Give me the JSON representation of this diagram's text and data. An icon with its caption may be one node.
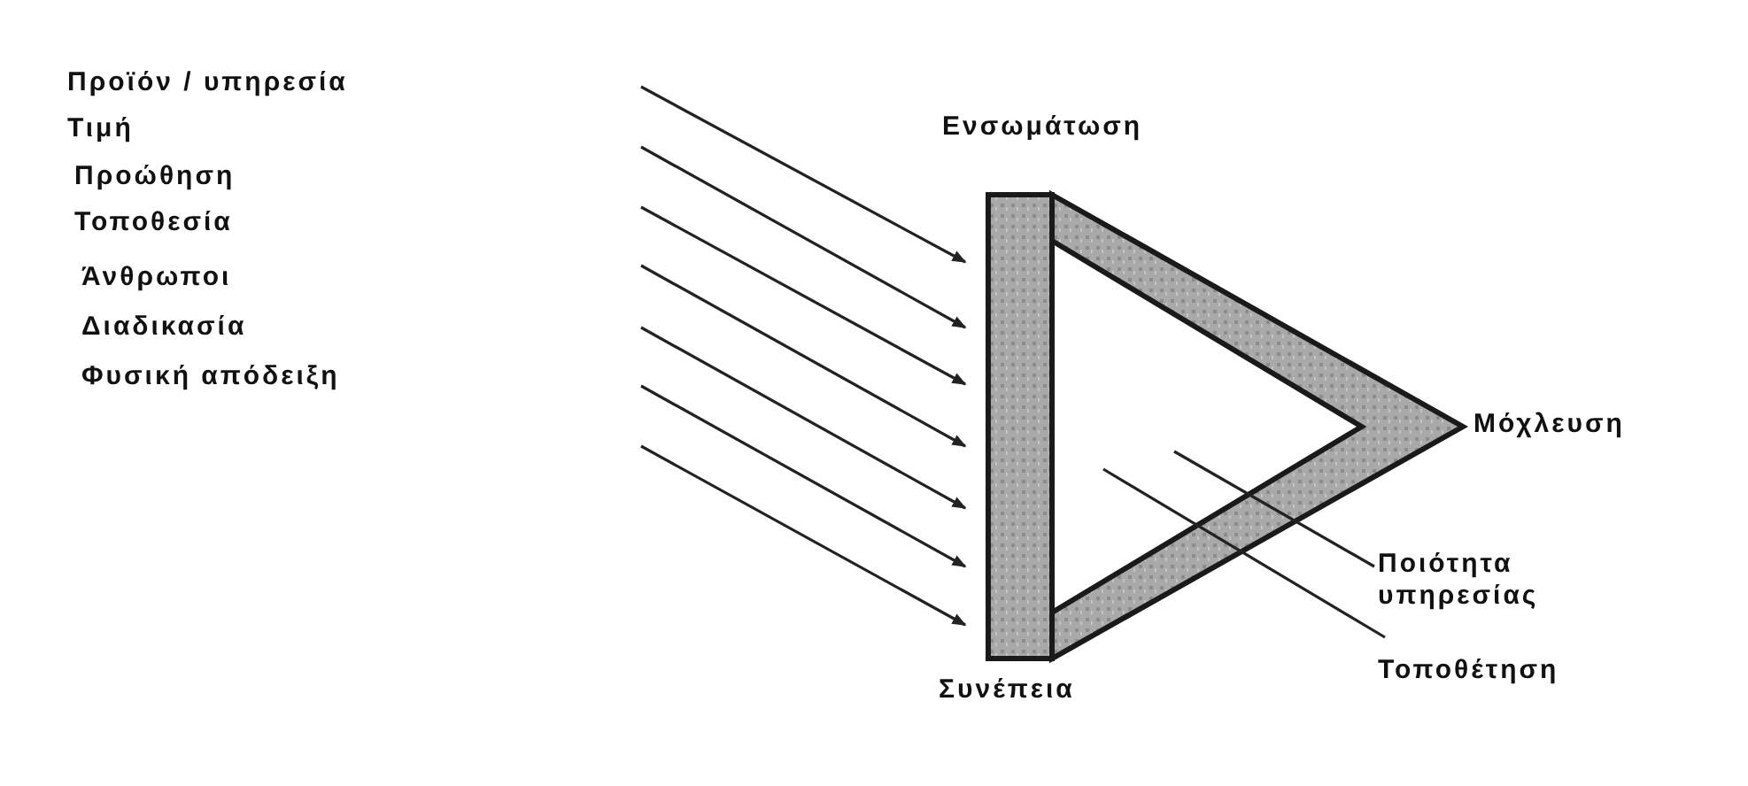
{
  "diagram": {
    "nodes": [
      {
        "text": [],
        "shape": "bar"
      },
      {
        "text": [],
        "shape": "triangle",
        "beside": [
          "Μόχλευση"
        ]
      },
      {
        "text": [
          "Ποιότητα υπηρεσίας"
        ]
      },
      {
        "text": [
          "Τοποθέτηση"
        ]
      }
    ],
    "edges": [
      {
        "from": null,
        "to": 0,
        "arrow": "to"
      },
      {
        "from": null,
        "to": 0,
        "arrow": "to"
      },
      {
        "from": null,
        "to": 0,
        "arrow": "to"
      },
      {
        "from": null,
        "to": 0,
        "arrow": "to"
      },
      {
        "from": null,
        "to": 0,
        "arrow": "to"
      },
      {
        "from": null,
        "to": 0,
        "arrow": "to"
      },
      {
        "from": null,
        "to": 0,
        "arrow": "to"
      },
      {
        "from": 1,
        "to": 2,
        "arrow": "none"
      },
      {
        "from": 1,
        "to": 3,
        "arrow": "none"
      }
    ],
    "labels": [
      "Προϊόν / υπηρεσία",
      "Τιμή",
      "Προώθηση",
      "Τοποθεσία",
      "Άνθρωποι",
      "Διαδικασία",
      "Φυσική απόδειξη",
      "Ενσωμάτωση",
      "Συνέπεια"
    ]
  }
}
